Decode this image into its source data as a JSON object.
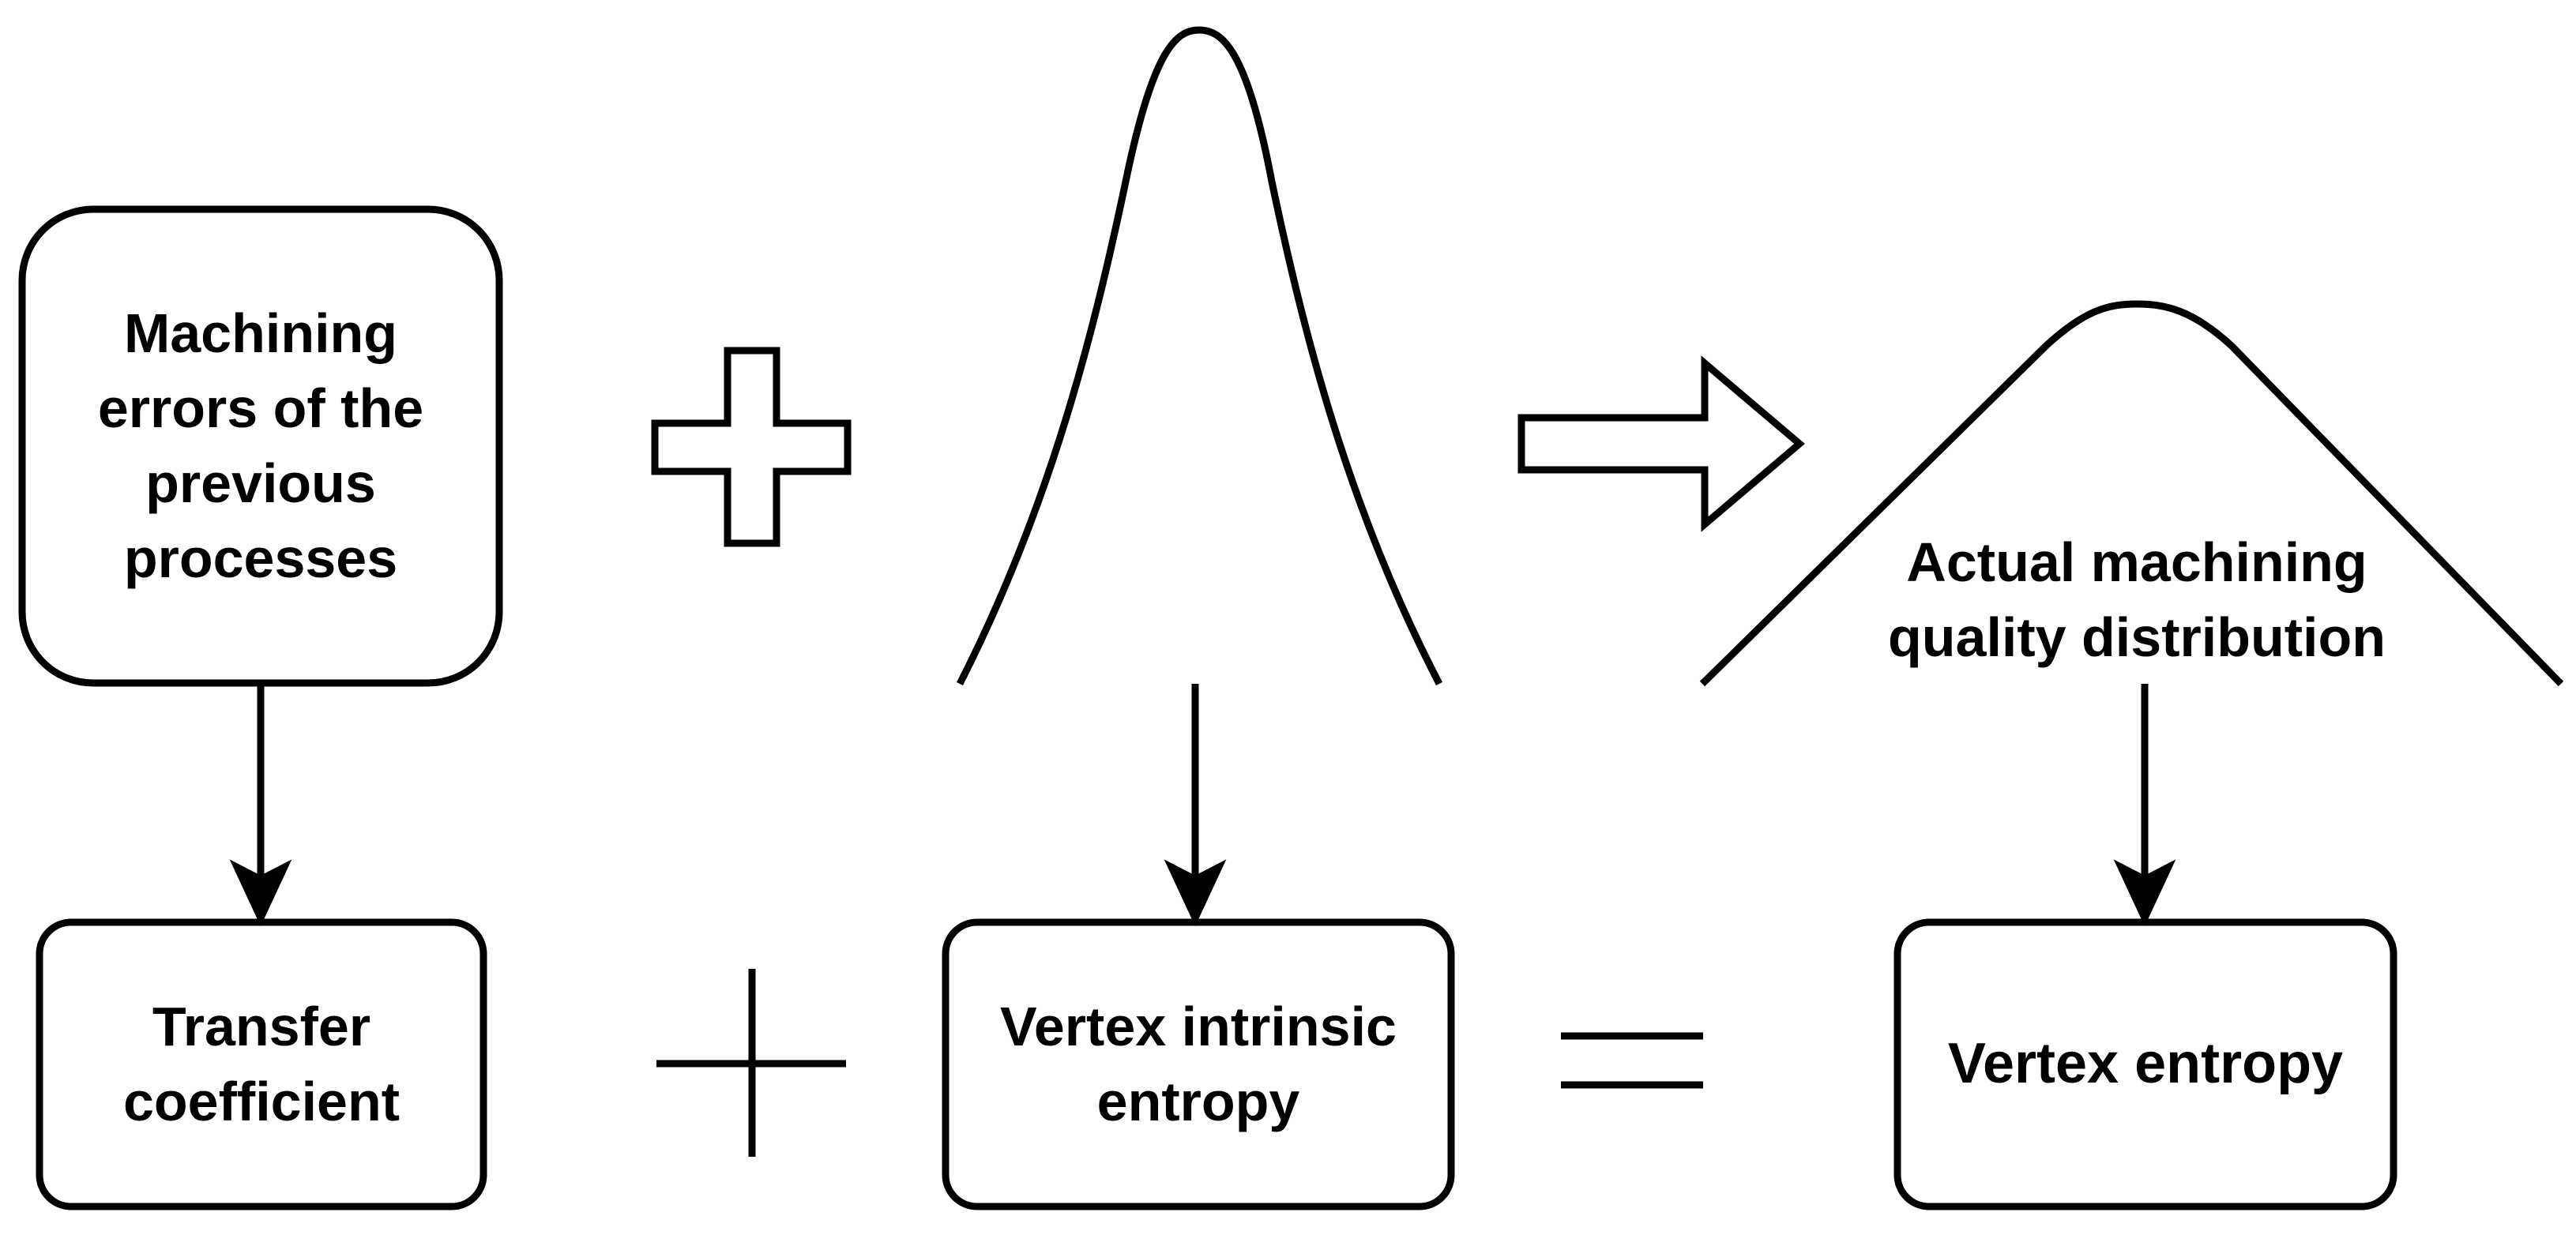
{
  "colors": {
    "stroke": "#000000",
    "fill": "#ffffff",
    "text": "#000000"
  },
  "boxes": {
    "machining_errors": "Machining\nerrors of the\nprevious\nprocesses",
    "transfer_coefficient": "Transfer\ncoefficient",
    "vertex_intrinsic_entropy": "Vertex intrinsic\nentropy",
    "vertex_entropy": "Vertex entropy"
  },
  "curve_labels": {
    "actual_quality_distribution": "Actual machining\nquality distribution"
  },
  "icons": {
    "plus_outline": "plus-outline-icon",
    "implies_arrow": "hollow-right-arrow-icon",
    "plus_sign": "plus-sign-icon",
    "equals_sign": "equals-sign-icon"
  }
}
